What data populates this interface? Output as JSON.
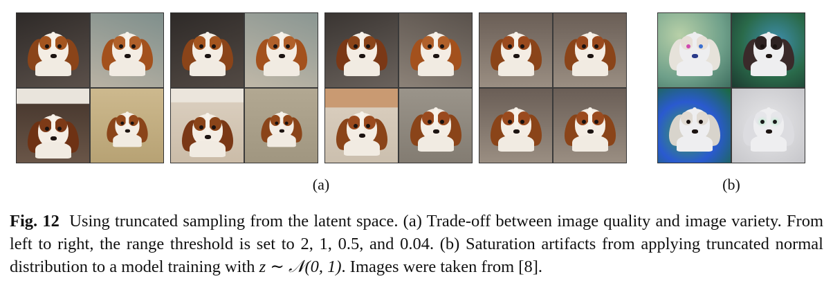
{
  "figure": {
    "panel_a_label": "(a)",
    "panel_b_label": "(b)"
  },
  "caption": {
    "fig_label": "Fig. 12",
    "text_1": "Using truncated sampling from the latent space. (a) Trade-off between image quality and image variety. From left to right, the range threshold is set to 2, 1, 0.5, and 0.04. (b) Saturation artifacts from applying truncated normal distribution to a model training with",
    "math": "z ∼ 𝒩(0, 1)",
    "text_2": ". Images were taken from [8]."
  },
  "colors": {
    "dog_brown": "#9a4a1e",
    "dog_dark_brown": "#6e3214",
    "artifact_green": "#3fa04a",
    "artifact_blue": "#3b6fd0"
  }
}
